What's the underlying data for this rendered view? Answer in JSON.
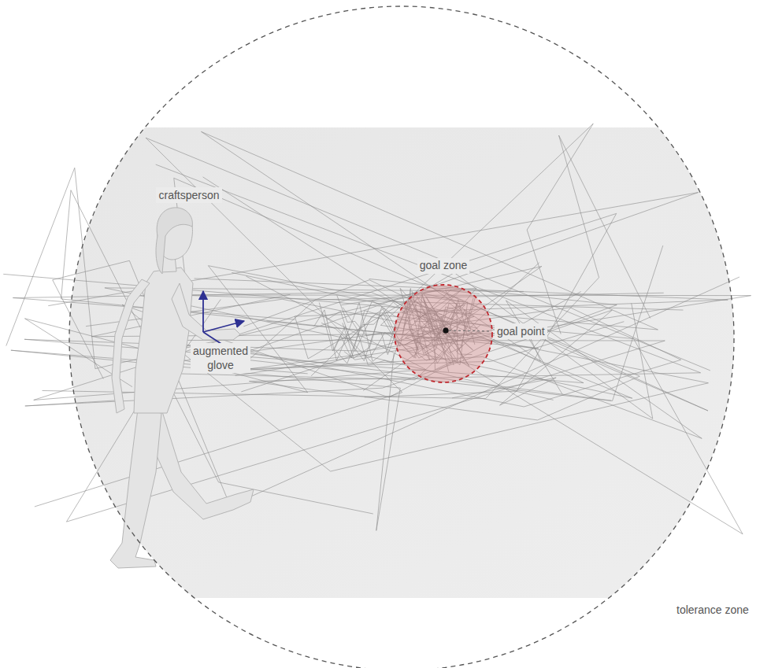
{
  "diagram": {
    "nodes": [
      {
        "text": [
          "tolerance zone"
        ]
      },
      {
        "text": [
          "goal zone"
        ],
        "in": 0
      }
    ],
    "labels": [
      "craftsperson",
      "augmented glove",
      "goal point"
    ]
  }
}
